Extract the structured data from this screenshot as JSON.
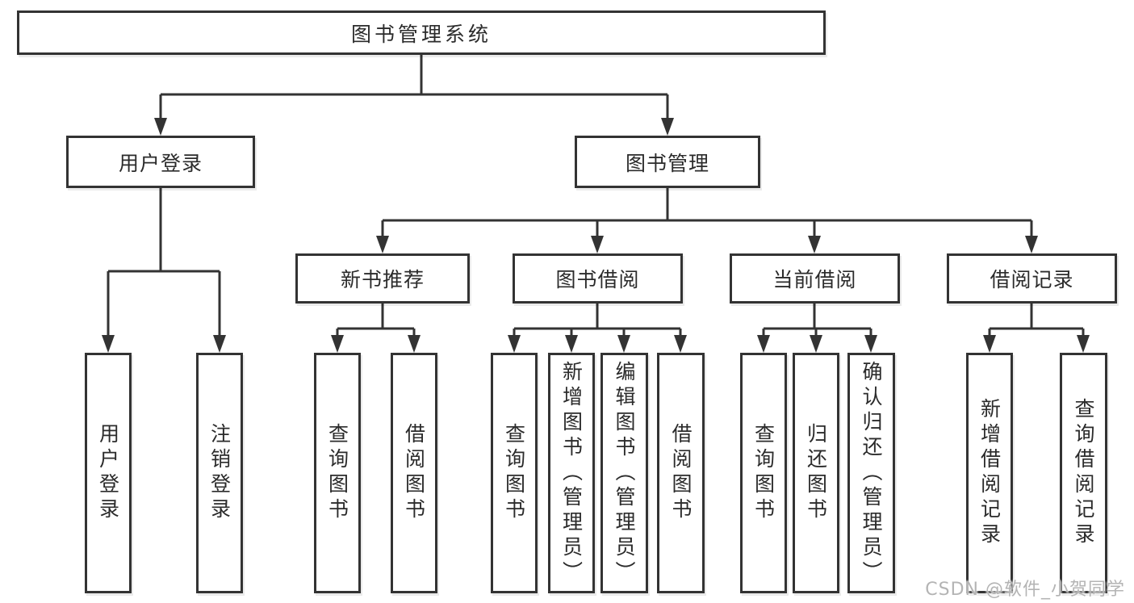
{
  "diagram": {
    "root": {
      "label": "图书管理系统"
    },
    "level2": [
      {
        "label": "用户登录"
      },
      {
        "label": "图书管理"
      }
    ],
    "level3": [
      {
        "label": "新书推荐"
      },
      {
        "label": "图书借阅"
      },
      {
        "label": "当前借阅"
      },
      {
        "label": "借阅记录"
      }
    ],
    "leaves": [
      {
        "label": "用户登录"
      },
      {
        "label": "注销登录"
      },
      {
        "label": "查询图书"
      },
      {
        "label": "借阅图书"
      },
      {
        "label": "查询图书"
      },
      {
        "label": "新增图书（管理员）"
      },
      {
        "label": "编辑图书（管理员）"
      },
      {
        "label": "借阅图书"
      },
      {
        "label": "查询图书"
      },
      {
        "label": "归还图书"
      },
      {
        "label": "确认归还（管理员）"
      },
      {
        "label": "新增借阅记录"
      },
      {
        "label": "查询借阅记录"
      }
    ]
  },
  "watermark": {
    "text": "CSDN @软件_小贺同学"
  },
  "colors": {
    "line": "#333333",
    "text": "#2b2b2b",
    "background": "#ffffff",
    "watermark": "#b4b4b4"
  }
}
